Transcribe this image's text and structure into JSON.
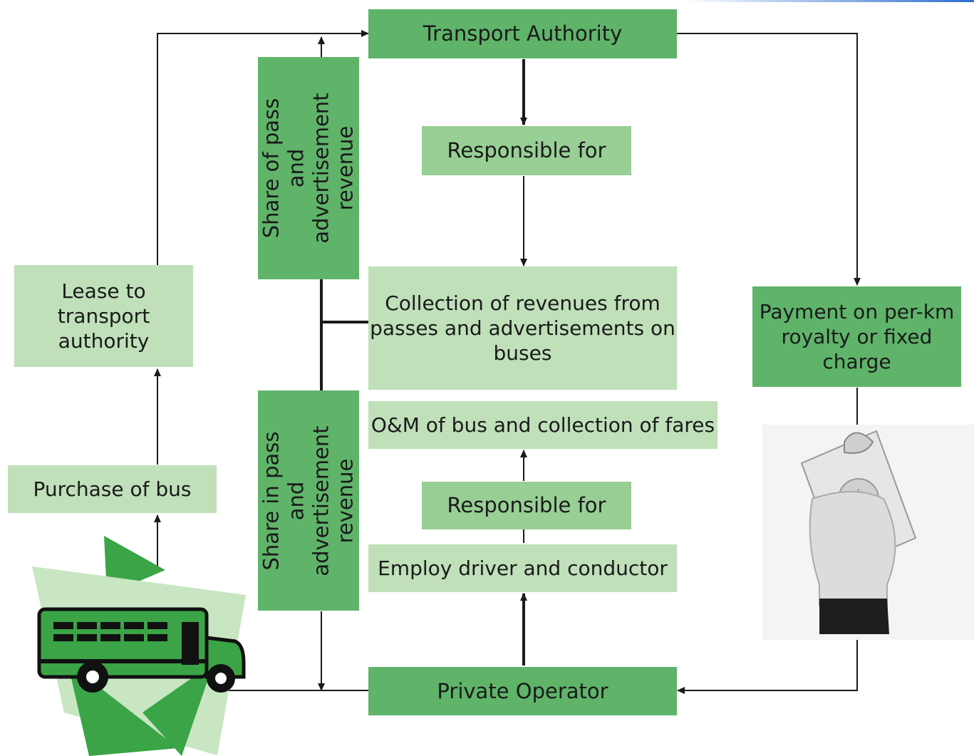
{
  "nodes": {
    "transport_authority": "Transport Authority",
    "responsible_for_top": "Responsible for",
    "collection_revenues": "Collection of revenues from\npasses and advertisements on\nbuses",
    "om_bus_fares": "O&M of bus and collection of fares",
    "responsible_for_bottom": "Responsible for",
    "employ_driver": "Employ driver and conductor",
    "private_operator": "Private Operator",
    "lease_to_authority": "Lease to\ntransport\nauthority",
    "purchase_of_bus": "Purchase of bus",
    "payment_royalty": "Payment on per-km\nroyalty or fixed\ncharge",
    "share_of_pass_revenue": "Share of pass and\nadvertisement\nrevenue",
    "share_in_pass_revenue": "Share in pass and\nadvertisement\nrevenue"
  },
  "icons": {
    "bus": "bus-illustration",
    "money": "hand-holding-money-illustration"
  },
  "colors": {
    "dark_green": "#5fb46a",
    "mid_green": "#97cf94",
    "light_green": "#bfe0b9",
    "bus_green": "#3aa447",
    "line": "#1a1a1a"
  }
}
